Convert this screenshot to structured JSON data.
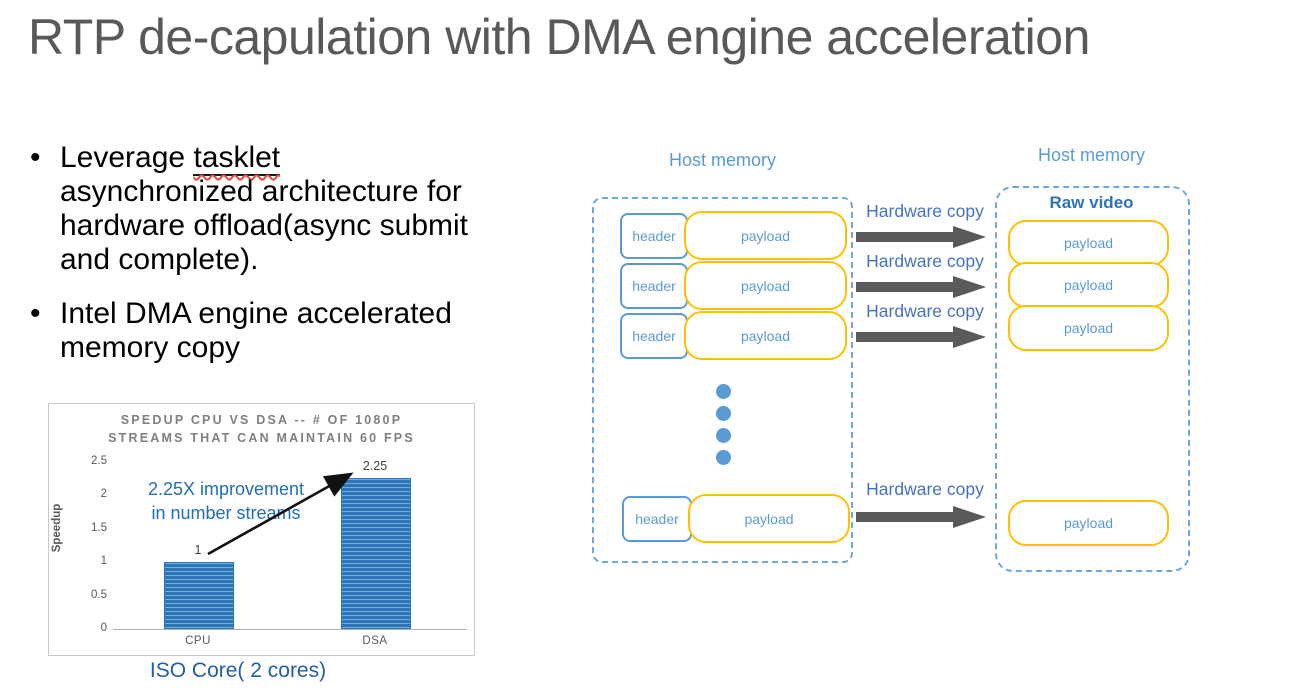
{
  "slide": {
    "title": "RTP de-capulation with DMA engine acceleration"
  },
  "bullets": {
    "b1_pre": "Leverage ",
    "b1_word": "tasklet",
    "b1_post": "\nasynchronized architecture for\nhardware offload(async submit\nand complete).",
    "b2": "Intel DMA engine accelerated\nmemory copy"
  },
  "chart_data": {
    "type": "bar",
    "title": "SPEDUP CPU VS DSA -- # OF 1080P STREAMS THAT CAN MAINTAIN 60 FPS",
    "title_lines": [
      "SPEDUP CPU VS DSA -- # OF 1080P",
      "STREAMS THAT CAN MAINTAIN 60 FPS"
    ],
    "categories": [
      "CPU",
      "DSA"
    ],
    "values": [
      1,
      2.25
    ],
    "value_labels": [
      "1",
      "2.25"
    ],
    "xlabel": "",
    "ylabel": "Speedup",
    "yticks": [
      "0",
      "0.5",
      "1",
      "1.5",
      "2",
      "2.5"
    ],
    "ylim": [
      0,
      2.5
    ],
    "grid": false,
    "legend": false,
    "annotation_lines": [
      "2.25X improvement",
      "in number streams"
    ],
    "caption": "ISO Core( 2 cores)",
    "bar_color": "#2E75B6",
    "bar_stripe_color": "#74AEDF"
  },
  "diagram": {
    "left_host_label": "Host memory",
    "right_host_label": "Host memory",
    "raw_video_label": "Raw video",
    "header_label": "header",
    "payload_label": "payload",
    "hardware_copy_label": "Hardware copy",
    "packet_rows": 4,
    "ellipsis_dots": 4,
    "raw_payload_boxes": 4
  },
  "colors": {
    "title_gray": "#595959",
    "chart_title_gray": "#7f7f7f",
    "axis_gray": "#595959",
    "box_blue": "#5B9BD5",
    "payload_gold": "#FFC000",
    "dashed_blue": "#6FA8DC",
    "hardware_copy_blue": "#4472C4",
    "raw_video_blue": "#2E74B5",
    "arrow_gray": "#5a5a5a",
    "annotation_blue": "#1F6FB5",
    "caption_blue": "#215FA8"
  }
}
